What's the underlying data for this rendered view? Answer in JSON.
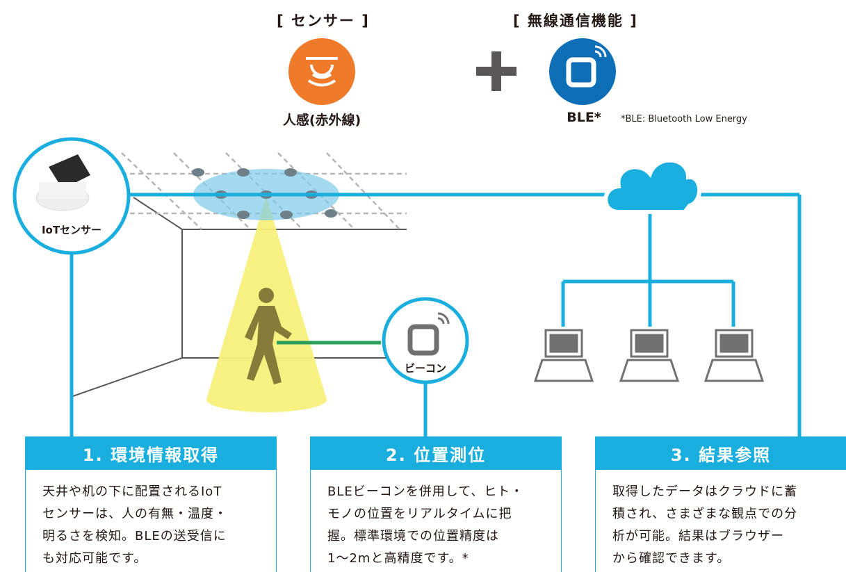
{
  "header": {
    "sensor_title": "[ センサー ]",
    "wireless_title": "[ 無線通信機能 ]",
    "sensor_label": "人感(赤外線)",
    "ble_label": "BLE*",
    "ble_note": "*BLE: Bluetooth Low Energy"
  },
  "diagram": {
    "iot_sensor_label": "IoTセンサー",
    "beacon_label": "ビーコン"
  },
  "panels": [
    {
      "title": "1. 環境情報取得",
      "lines": [
        "天井や机の下に配置されるIoT",
        "センサーは、人の有無・温度・",
        "明るさを検知。BLEの送受信に",
        "も対応可能です。"
      ]
    },
    {
      "title": "2. 位置測位",
      "lines": [
        "BLEビーコンを併用して、ヒト・",
        "モノの位置をリアルタイムに把",
        "握。標準環境での位置精度は",
        "1〜2mと高精度です。*"
      ]
    },
    {
      "title": "3. 結果参照",
      "lines": [
        "取得したデータはクラウドに蓄",
        "積され、さまざまな観点での分",
        "析が可能。結果はブラウザー",
        "から確認できます。"
      ]
    }
  ],
  "colors": {
    "accent": "#1aaedf",
    "sensor": "#ee7a2a",
    "ble": "#0e6fb6",
    "light_cone": "#f5ee6a",
    "person": "#8a7a3a"
  }
}
